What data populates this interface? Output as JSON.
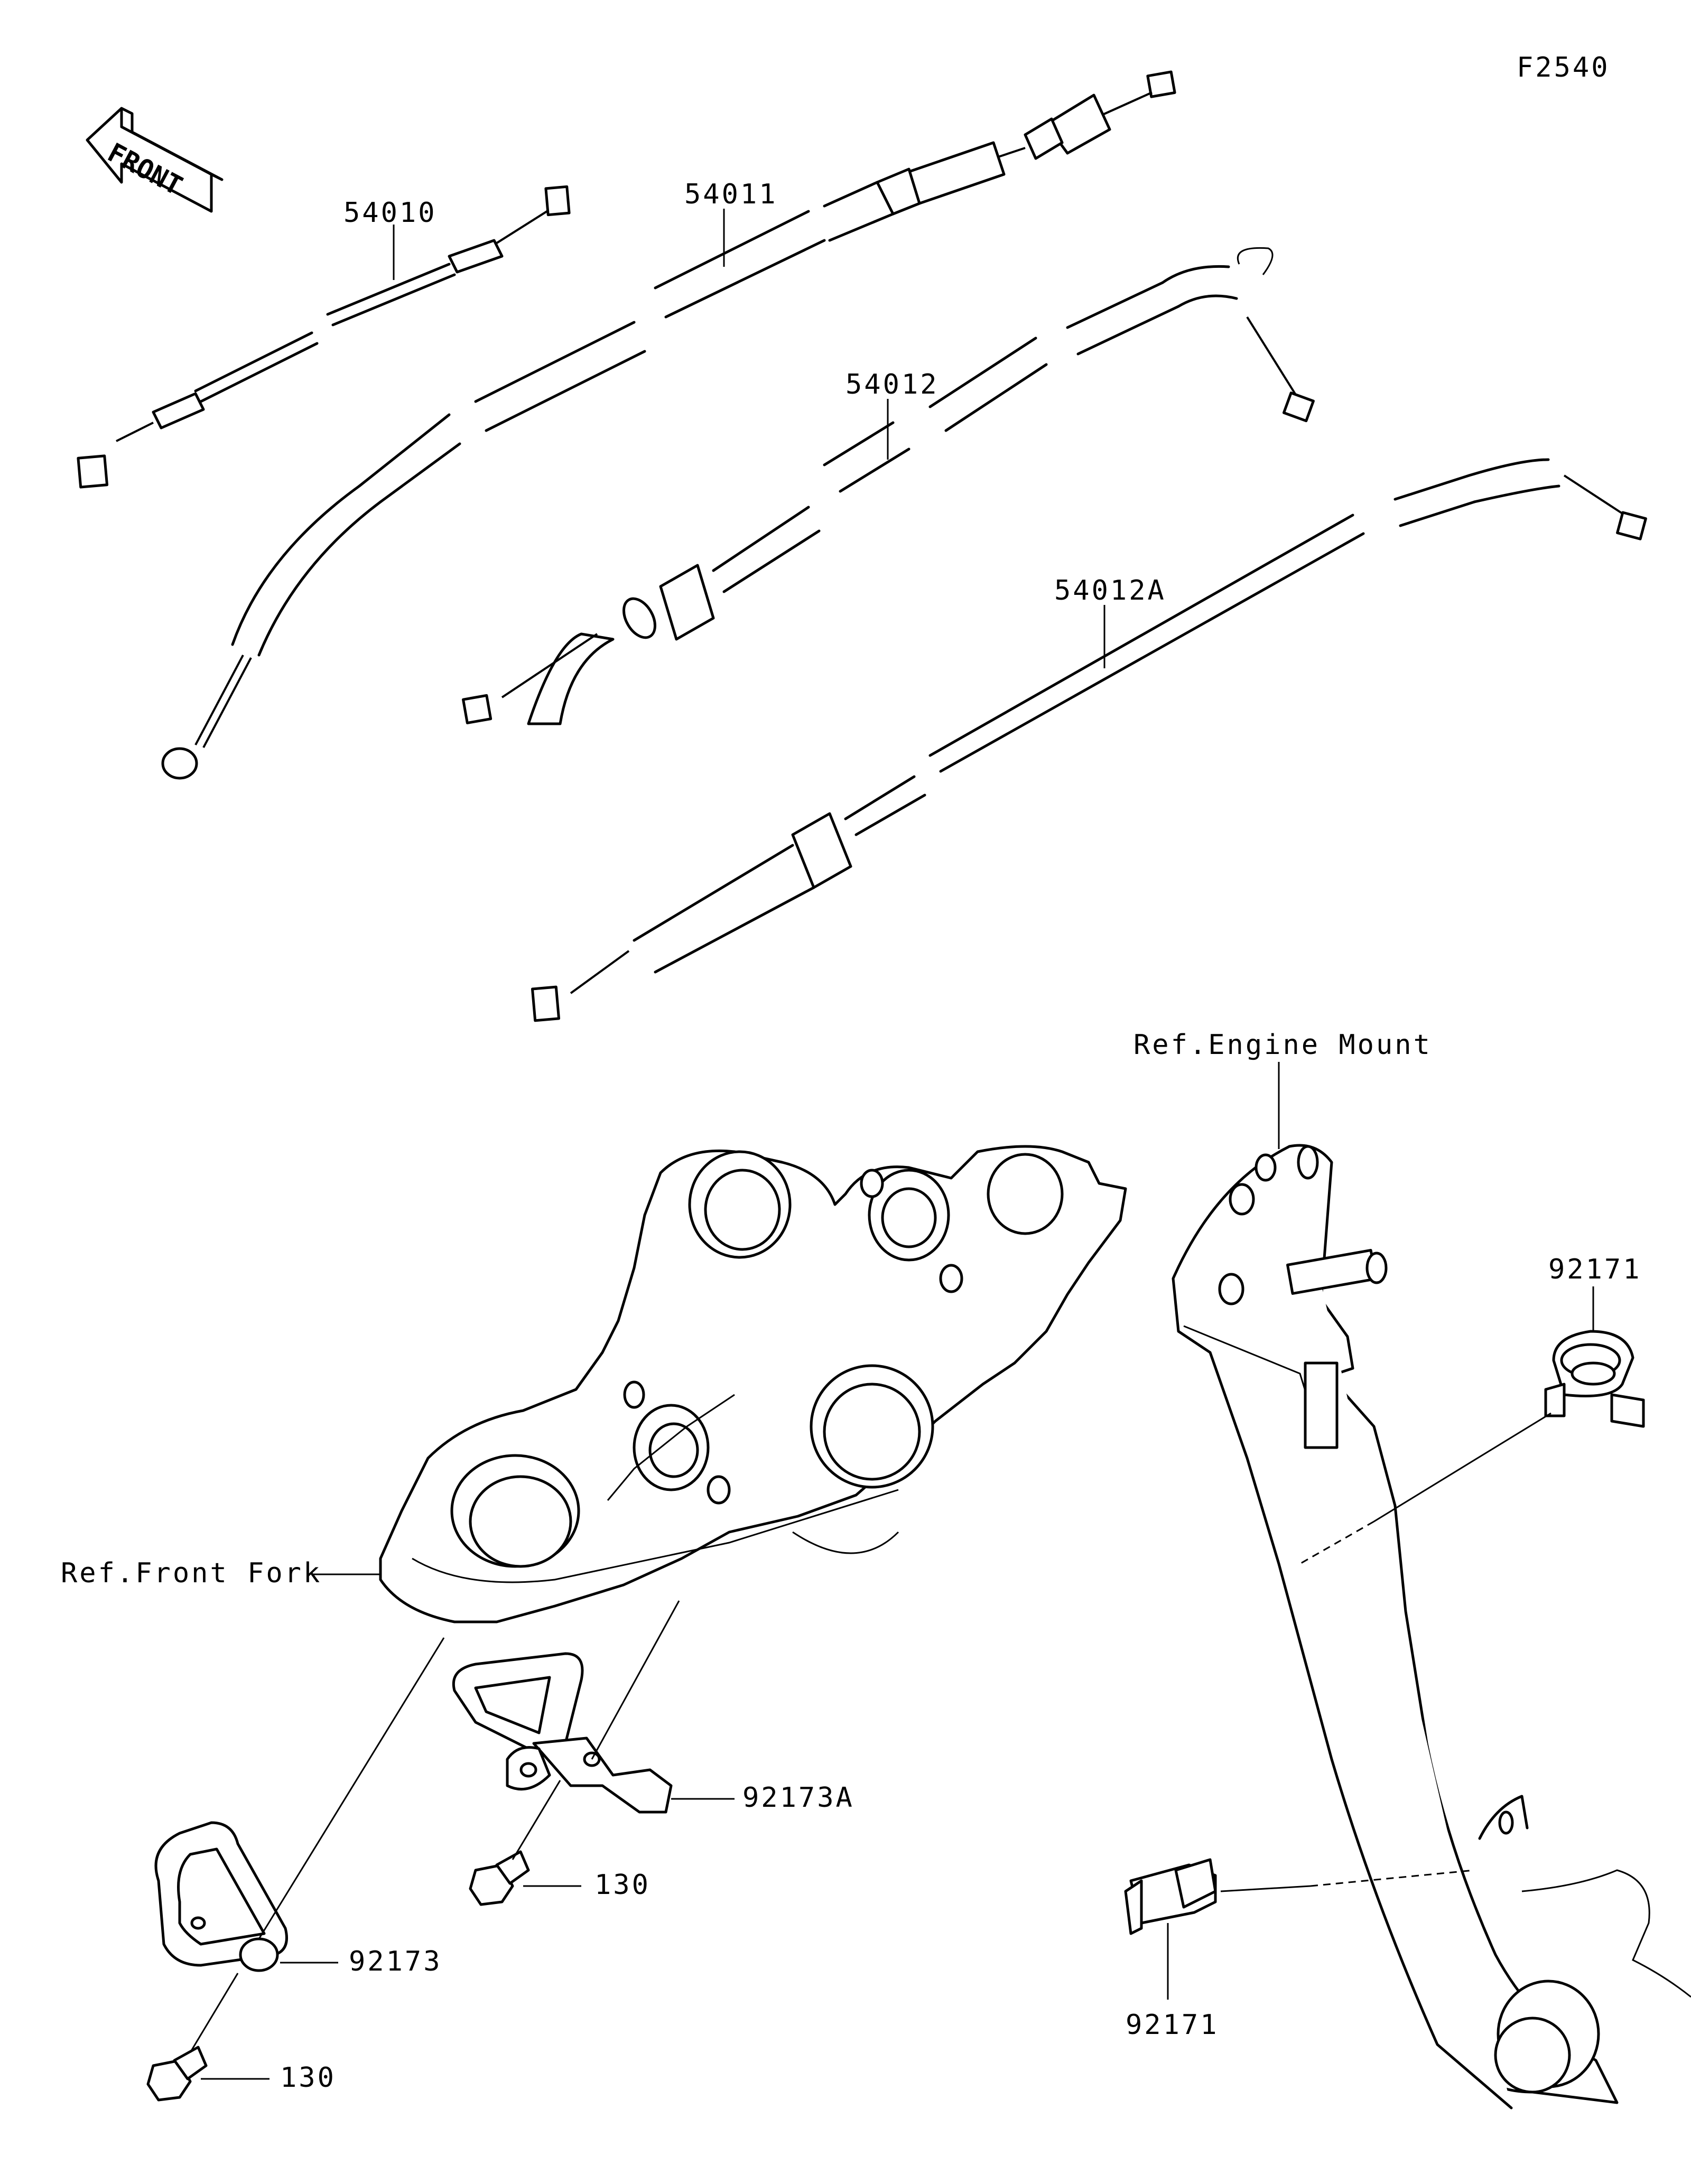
{
  "figure_code": "F2540",
  "front_arrow_text": "FRONT",
  "references": {
    "engine_mount": "Ref.Engine Mount",
    "front_fork": "Ref.Front Fork"
  },
  "parts": {
    "cable_54010": "54010",
    "cable_54011": "54011",
    "cable_54012": "54012",
    "cable_54012A": "54012A",
    "clamp_92171_upper": "92171",
    "clamp_92171_lower": "92171",
    "clamp_92173A": "92173A",
    "clamp_92173": "92173",
    "bolt_130_upper": "130",
    "bolt_130_lower": "130"
  }
}
